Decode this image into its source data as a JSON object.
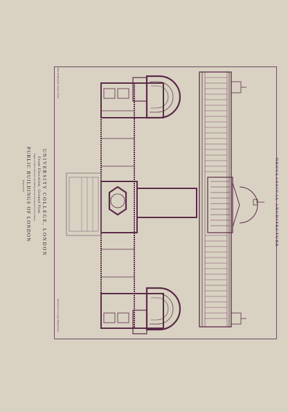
{
  "side_heading": "NEOCLASSICAL ARCHITECTURE",
  "title": {
    "college": "UNIVERSITY COLLEGE, LONDON",
    "sub": "Front Elevation, Ground Plan.",
    "note": "Pages of this Collection concluding the Second Series for the Library.",
    "series": "PUBLIC BUILDINGS OF LONDON",
    "plate_no": "Engraved by"
  },
  "corner_top": "Plan & Elevation, Scale of Feet",
  "corner_bottom": "Drawn by T. Cooper, Engraved by",
  "colors": {
    "ink": "#5a2a46",
    "paper": "#d9d2c3"
  }
}
